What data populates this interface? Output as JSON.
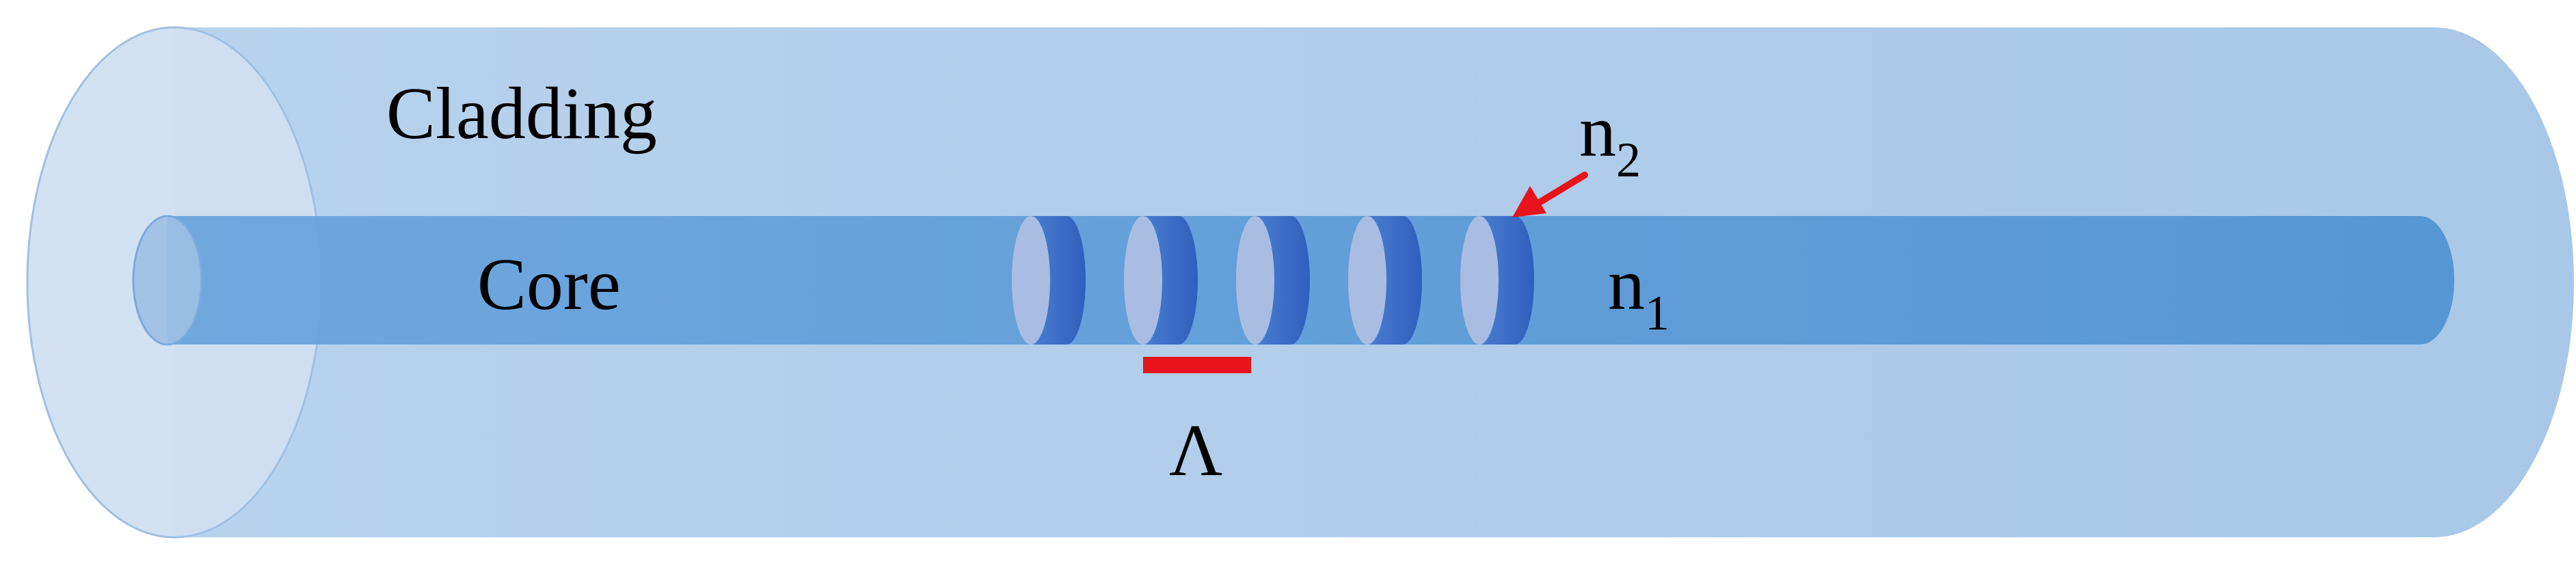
{
  "labels": {
    "cladding": "Cladding",
    "core": "Core",
    "n2_base": "n",
    "n2_sub": "2",
    "n1_base": "n",
    "n1_sub": "1",
    "period": "Λ"
  },
  "grating": {
    "period_count": 5
  },
  "colors": {
    "cladding_fill": "#aecbe9",
    "cladding_end_fill": "#cfe0f2",
    "core_fill": "#5b9bd8",
    "core_end_fill": "#9cc0e4",
    "grating_dark": "#3566c4",
    "grating_light": "#a9bde3",
    "arrow": "#e8141c",
    "period_bar": "#e8141c"
  },
  "icons": {
    "arrow": "arrow-icon"
  }
}
